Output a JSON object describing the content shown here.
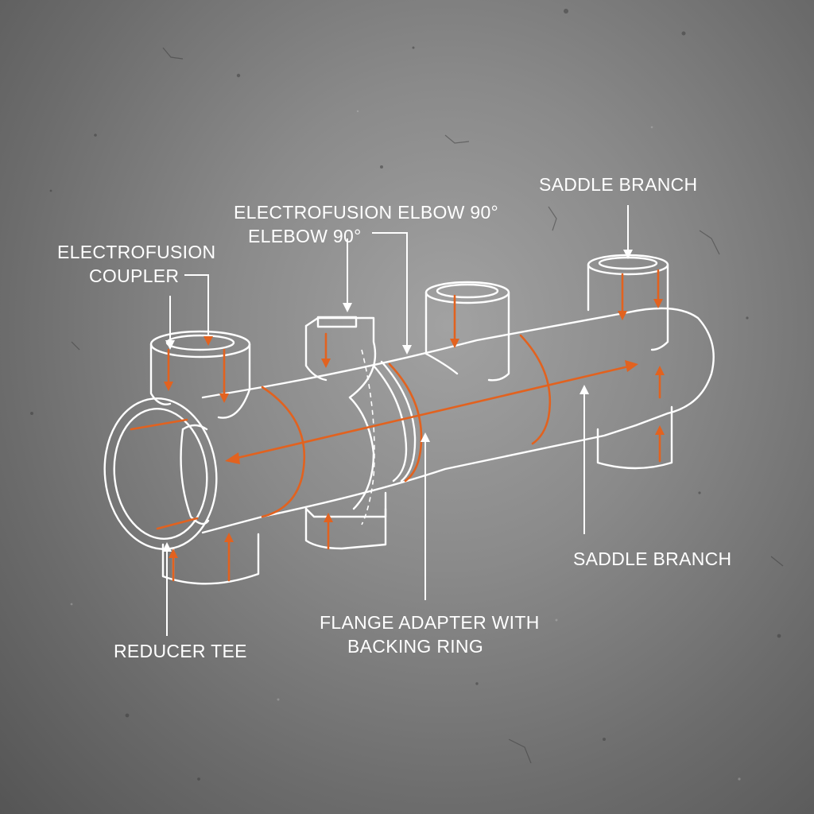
{
  "diagram": {
    "labels": {
      "electrofusion_coupler_line1": "ELECTROFUSION",
      "electrofusion_coupler_line2": "COUPLER",
      "electrofusion_elbow_line1": "ELECTROFUSION ELBOW 90°",
      "electrofusion_elbow_line2": "ELEBOW 90°",
      "saddle_branch_top": "SADDLE BRANCH",
      "saddle_branch_bottom": "SADDLE BRANCH",
      "flange_adapter_line1": "FLANGE ADAPTER WITH",
      "flange_adapter_line2": "BACKING RING",
      "reducer_tee": "REDUCER TEE"
    },
    "colors": {
      "line": "#ffffff",
      "flow_arrow": "#e2621f",
      "background": "#8a8a8a"
    }
  }
}
